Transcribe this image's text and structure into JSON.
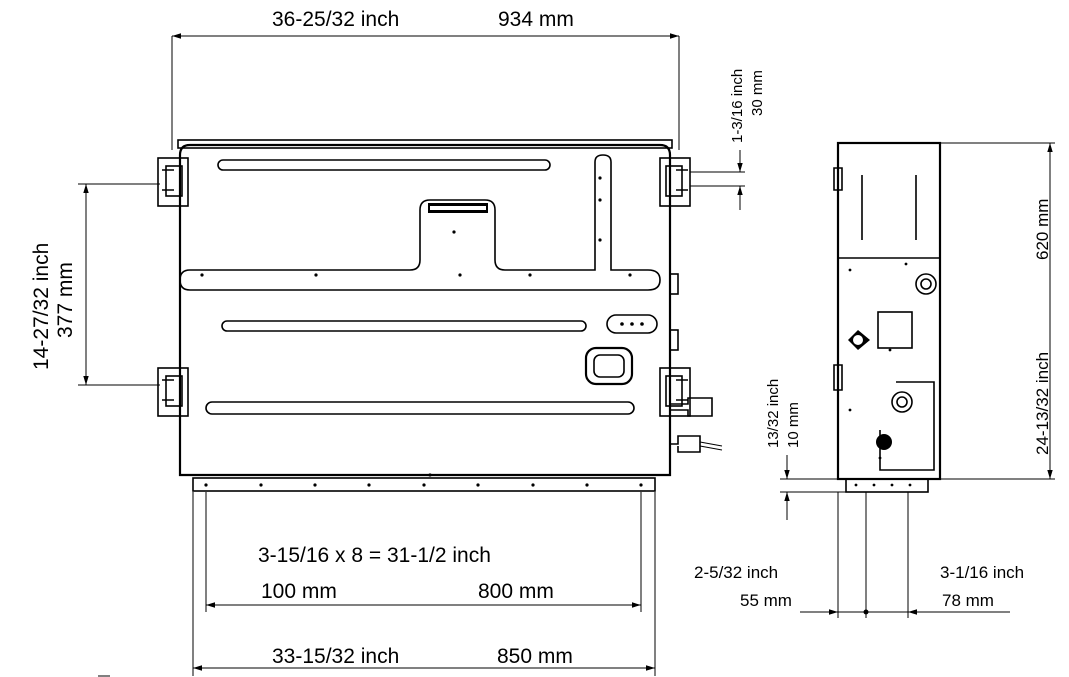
{
  "dimensions": {
    "overall_width_inch": "36-25/32 inch",
    "overall_width_mm": "934 mm",
    "top_offset_inch": "1-3/16 inch",
    "top_offset_mm": "30 mm",
    "hanger_spacing_inch": "14-27/32 inch",
    "hanger_spacing_mm": "377 mm",
    "height_mm": "620 mm",
    "height_inch": "24-13/32 inch",
    "bottom_offset_inch": "13/32 inch",
    "bottom_offset_mm": "10 mm",
    "pitch_formula": "3-15/16  x 8 = 31-1/2 inch",
    "pitch_mm": "100 mm",
    "pitch_total_mm": "800 mm",
    "flange_width_inch": "33-15/32 inch",
    "flange_width_mm": "850 mm",
    "side_left_inch": "2-5/32 inch",
    "side_left_mm": "55 mm",
    "side_right_inch": "3-1/16 inch",
    "side_right_mm": "78 mm"
  }
}
